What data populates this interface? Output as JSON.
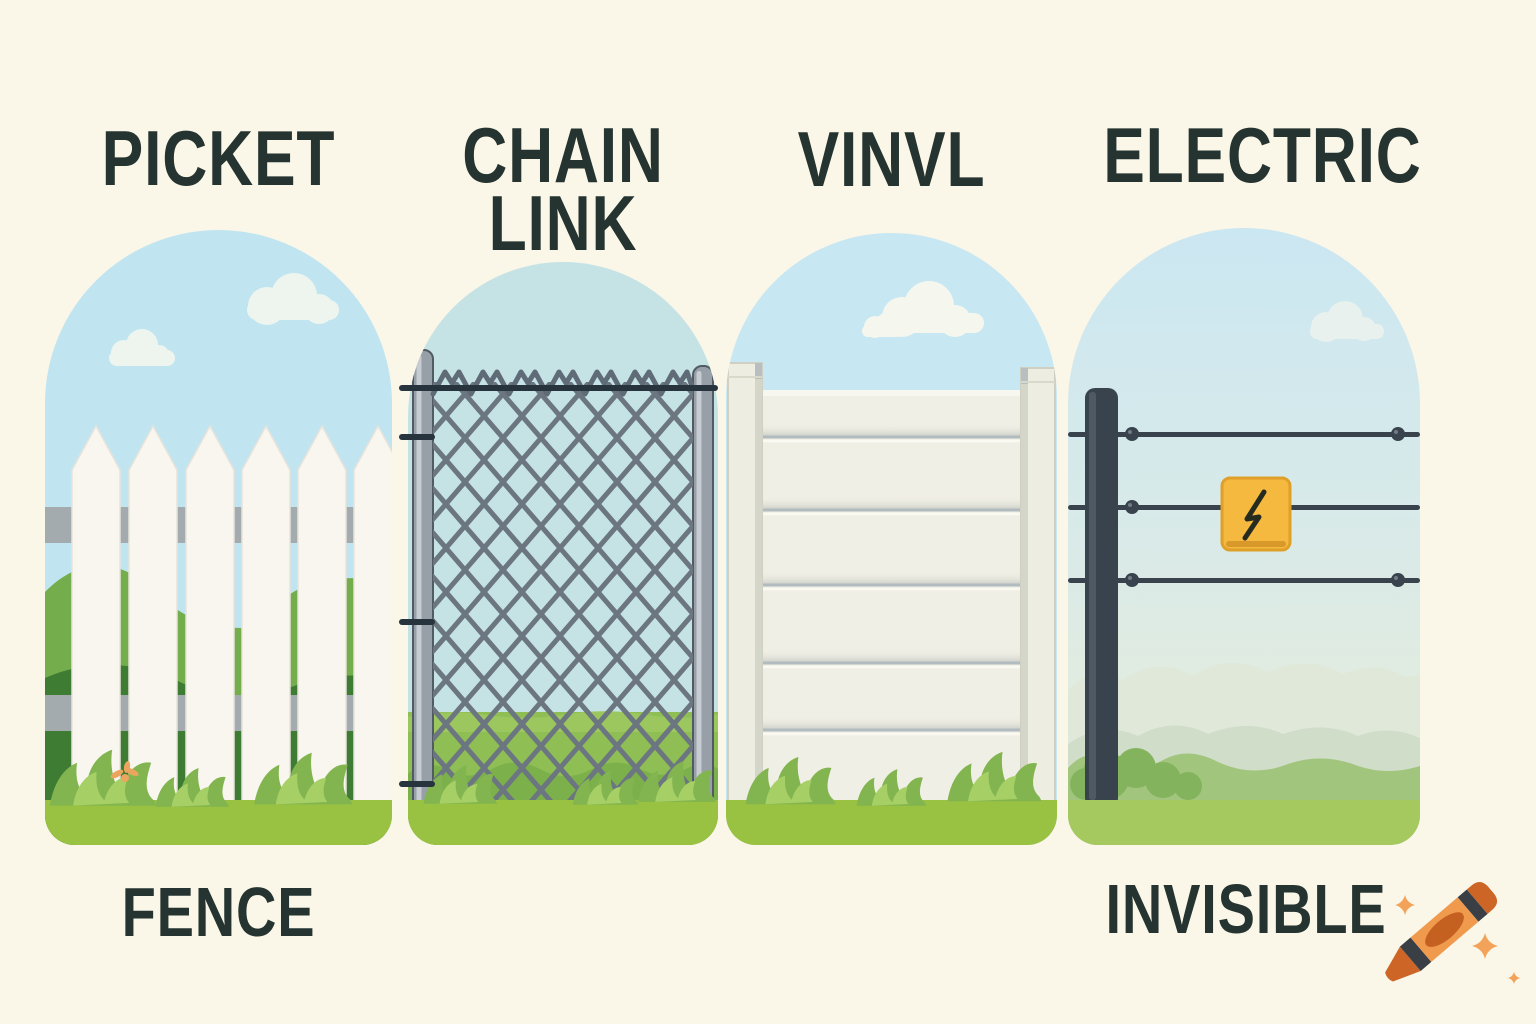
{
  "canvas": {
    "background_color": "#faf6e8",
    "title_color": "#253430",
    "grass_color": "#99c243"
  },
  "panels": [
    {
      "id": "picket",
      "top_label": "PICKET",
      "bottom_label": "FENCE",
      "fence_type": "white picket fence",
      "sky_color": "#c0e5f1"
    },
    {
      "id": "chain-link",
      "top_label_line1": "CHAIN",
      "top_label_line2": "LINK",
      "fence_type": "chain link fence",
      "sky_color": "#c5e3e5"
    },
    {
      "id": "vinyl",
      "top_label": "VINVL",
      "fence_type": "vinyl privacy fence",
      "sky_color": "#c7e7f3"
    },
    {
      "id": "electric",
      "top_label": "ELECTRIC",
      "bottom_label": "INVISIBLE",
      "fence_type": "electric wire fence",
      "sky_color": "#cbe7f2",
      "warning_sign": {
        "icon": "lightning-bolt",
        "color": "#f4b93e"
      }
    }
  ],
  "decor": {
    "crayon_icon": {
      "name": "orange-crayon",
      "body_color": "#f09a4e",
      "accent_color": "#cd6526",
      "band_color": "#3a3f45",
      "sparkle_color": "#f2a259"
    }
  }
}
